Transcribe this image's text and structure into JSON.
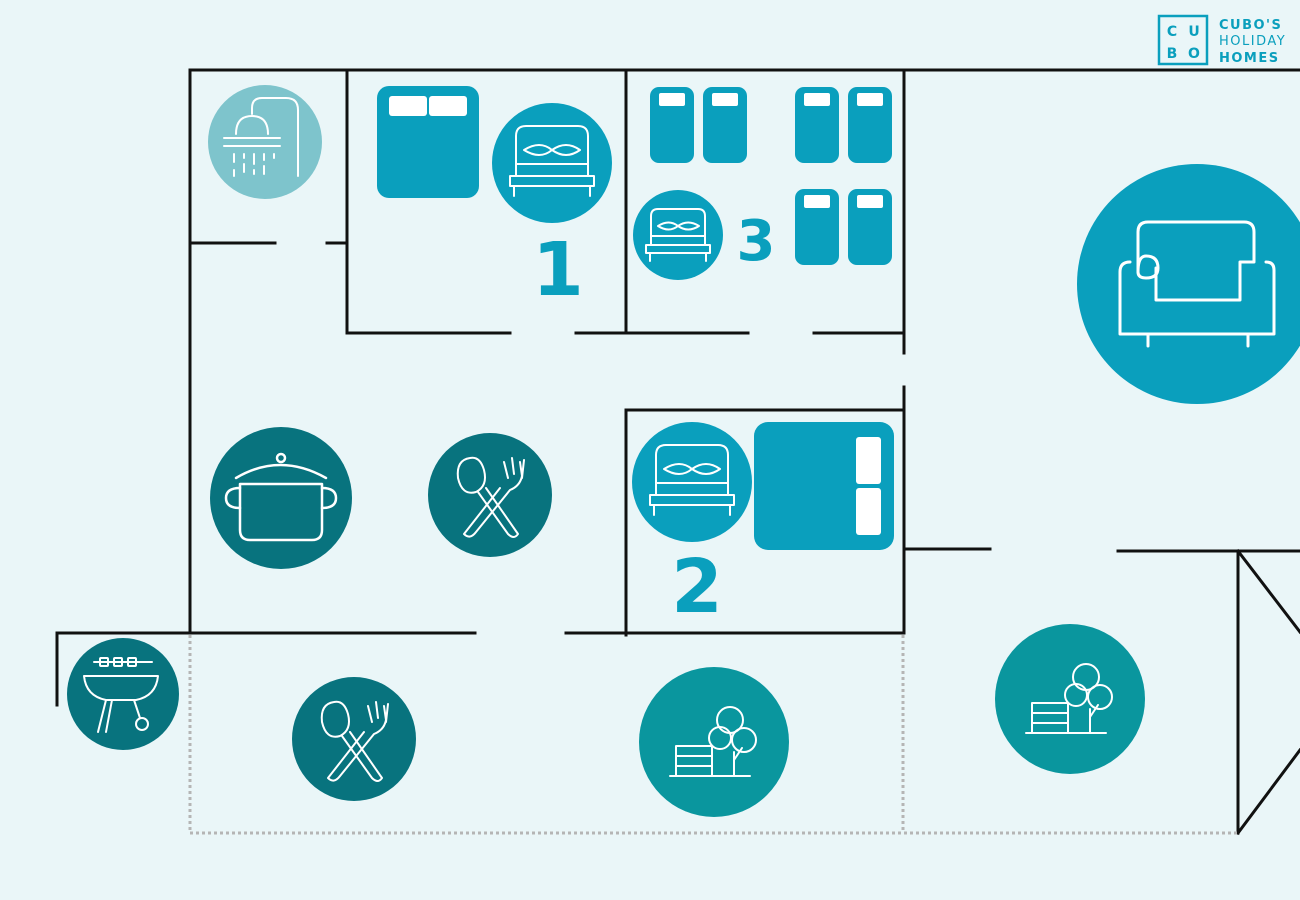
{
  "brand": {
    "logo_letters": [
      "C",
      "U",
      "B",
      "O"
    ],
    "line1": "CUBO'S",
    "line2": "HOLIDAY",
    "line3": "HOMES"
  },
  "rooms": {
    "bedroom1_label": "1",
    "bedroom2_label": "2",
    "bedroom3_label": "3"
  },
  "icons": [
    "shower-icon",
    "double-bed-icon",
    "single-bed-icon",
    "sofa-icon",
    "cooking-pot-icon",
    "dining-icon",
    "barbecue-icon",
    "garden-icon"
  ],
  "colors": {
    "background": "#eaf6f8",
    "bedroom_blue": "#0a9fbd",
    "bathroom_light": "#7ec4cc",
    "kitchen_dark": "#08737e",
    "garden_teal": "#0a969e",
    "wall": "#111111",
    "terrace_dotted": "#b5b5b5"
  }
}
